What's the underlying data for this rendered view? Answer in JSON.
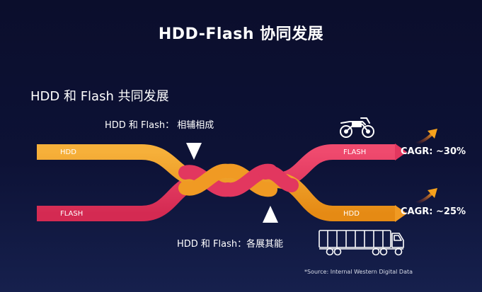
{
  "title": "HDD-Flash 协同发展",
  "subtitle": "HDD 和 Flash 共同发展",
  "notes": {
    "top": "HDD 和 Flash： 相辅相成",
    "bottom": "HDD 和 Flash：各展其能",
    "source": "*Source: Internal Western Digital Data"
  },
  "bands": {
    "hdd_left": "HDD",
    "flash_left": "FLASH",
    "flash_right": "FLASH",
    "hdd_right": "HDD"
  },
  "growth": {
    "flash": "CAGR: ~30%",
    "hdd": "CAGR: ~25%"
  },
  "icons": {
    "top": "motorcycle-icon",
    "bottom": "truck-icon",
    "growth": "growth-arrow-icon",
    "pointer": "pointer-arrow-icon"
  },
  "colors": {
    "hdd": "#f09a23",
    "flash": "#e2375f",
    "background": "#0d1236"
  }
}
